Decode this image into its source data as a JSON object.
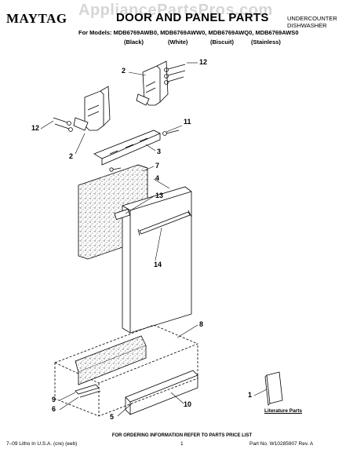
{
  "watermark": "AppliancePartsPros.com",
  "header": {
    "brand": "MAYTAG",
    "title": "DOOR AND PANEL PARTS",
    "category_line1": "UNDERCOUNTER",
    "category_line2": "DISHWASHER",
    "models": "For Models: MDB6769AWB0, MDB6769AWW0, MDB6769AWQ0, MDB6769AWS0",
    "variants": [
      "(Black)",
      "(White)",
      "(Biscuit)",
      "(Stainless)"
    ]
  },
  "callouts": [
    "2",
    "12",
    "12",
    "2",
    "11",
    "3",
    "7",
    "4",
    "13",
    "14",
    "8",
    "9",
    "6",
    "5",
    "10",
    "1"
  ],
  "literature_label": "Literature Parts",
  "footer": {
    "notice": "FOR ORDERING INFORMATION REFER TO PARTS PRICE LIST",
    "print_info": "7–09 Litho In U.S.A. (cre) (eeb)",
    "page_number": "1",
    "part_no": "Part No. W10285907 Rev. A"
  }
}
